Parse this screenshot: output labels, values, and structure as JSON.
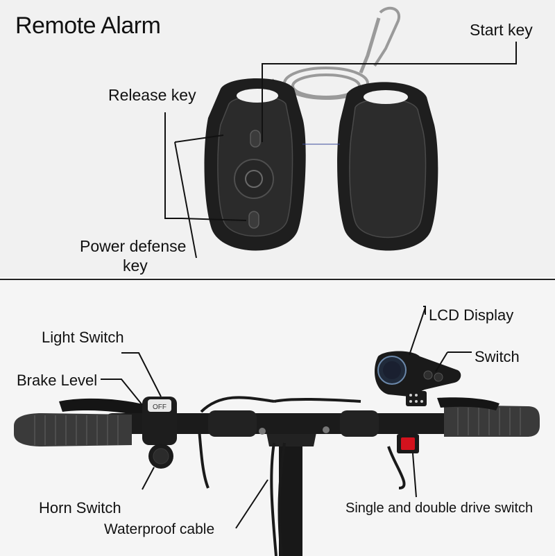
{
  "title": "Remote Alarm",
  "remote_labels": {
    "start_key": "Start key",
    "release_key": "Release key",
    "power_defense_line1": "Power defense",
    "power_defense_line2": "key"
  },
  "handlebar_labels": {
    "lcd_display": "LCD Display",
    "switch": "Switch",
    "light_switch": "Light Switch",
    "brake_level": "Brake Level",
    "horn_switch": "Horn Switch",
    "waterproof_cable": "Waterproof cable",
    "single_double_drive": "Single and double drive switch"
  },
  "colors": {
    "remote_body": "#1e1e1e",
    "grip": "#3a3a3a",
    "drive_switch": "#d3121d"
  }
}
